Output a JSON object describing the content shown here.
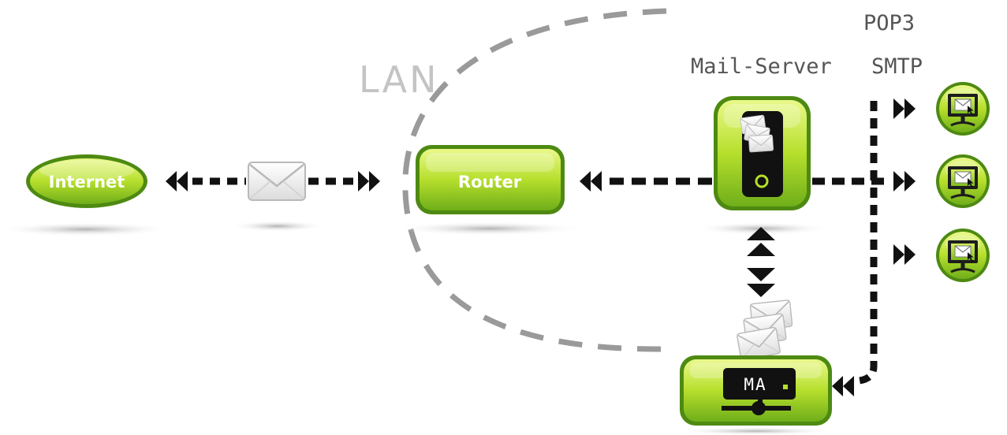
{
  "labels": {
    "lan": "LAN",
    "mail_server": "Mail-Server",
    "pop3": "POP3",
    "smtp": "SMTP",
    "internet": "Internet",
    "router": "Router",
    "ma": "MA"
  },
  "icons": {
    "envelope": "envelope-icon",
    "client_monitor": "monitor-envelope-icon",
    "mail_server_device": "phone-server-icon"
  },
  "colors": {
    "green_light": "#c8ea3a",
    "green_dark": "#4e8a12",
    "lan_dash": "#9a9a9a",
    "connector": "#111111",
    "label_gray": "#555555"
  }
}
